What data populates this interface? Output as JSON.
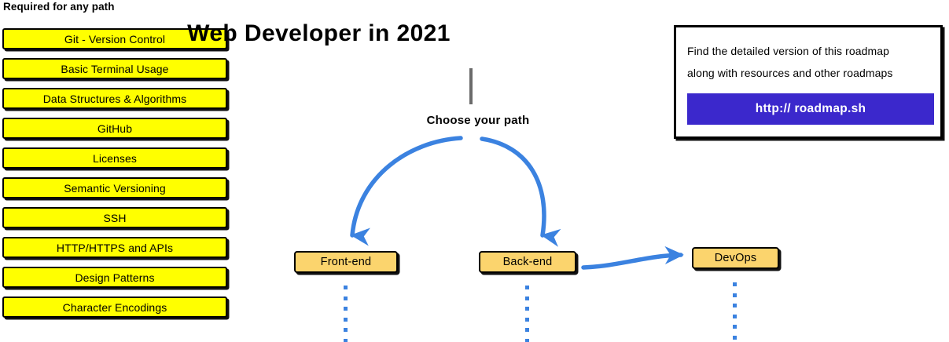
{
  "title": "Web Developer in 2021",
  "left_column": {
    "header": "Required for any path",
    "items": [
      {
        "label": "Git - Version Control"
      },
      {
        "label": "Basic Terminal Usage"
      },
      {
        "label": "Data Structures & Algorithms"
      },
      {
        "label": "GitHub"
      },
      {
        "label": "Licenses"
      },
      {
        "label": "Semantic Versioning"
      },
      {
        "label": "SSH"
      },
      {
        "label": "HTTP/HTTPS and APIs"
      },
      {
        "label": "Design Patterns"
      },
      {
        "label": "Character Encodings"
      }
    ]
  },
  "flow": {
    "choose_label": "Choose your path",
    "nodes": [
      {
        "label": "Front-end"
      },
      {
        "label": "Back-end"
      },
      {
        "label": "DevOps"
      }
    ]
  },
  "info_box": {
    "line1": "Find the detailed version of this roadmap",
    "line2": "along with resources and other roadmaps",
    "button_label": "http:// roadmap.sh"
  },
  "colors": {
    "required_box_fill": "#ffff00",
    "path_node_fill": "#fbd46d",
    "arrow_blue": "#3b82e0",
    "button_blue": "#3b28cc",
    "stem_gray": "#6b6b6b",
    "outline_black": "#000000",
    "background": "#ffffff"
  }
}
